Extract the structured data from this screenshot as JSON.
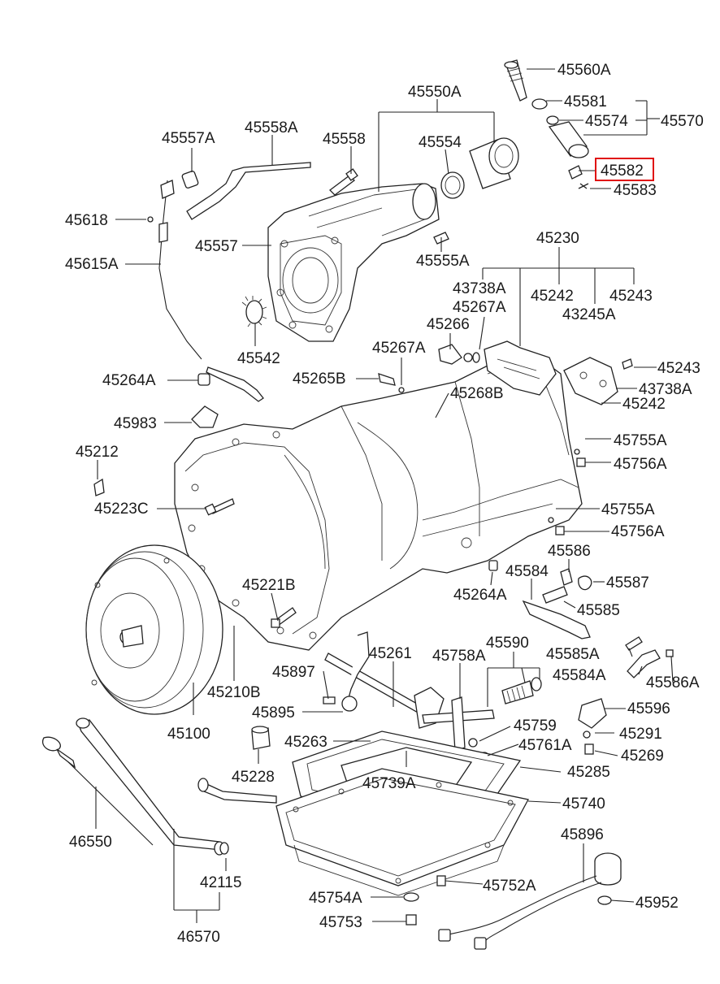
{
  "diagram": {
    "highlighted_part": "45582",
    "highlight_color": "#e01010",
    "labels": {
      "p45560A": "45560A",
      "p45581": "45581",
      "p45574": "45574",
      "p45570": "45570",
      "p45582": "45582",
      "p45583": "45583",
      "p45550A": "45550A",
      "p45554": "45554",
      "p45558": "45558",
      "p45557A": "45557A",
      "p45558A": "45558A",
      "p45618": "45618",
      "p45615A": "45615A",
      "p45557": "45557",
      "p45555A": "45555A",
      "p45230": "45230",
      "p43738A_top": "43738A",
      "p45242_top": "45242",
      "p45243_top": "45243",
      "p45267A_top": "45267A",
      "p43245A": "43245A",
      "p45266": "45266",
      "p45267A_mid": "45267A",
      "p45542": "45542",
      "p45243_right": "45243",
      "p43738A_right": "43738A",
      "p45242_right": "45242",
      "p45264A_left": "45264A",
      "p45265B": "45265B",
      "p45268B": "45268B",
      "p45983": "45983",
      "p45212": "45212",
      "p45755A_1": "45755A",
      "p45756A_1": "45756A",
      "p45223C": "45223C",
      "p45755A_2": "45755A",
      "p45756A_2": "45756A",
      "p45586": "45586",
      "p45584": "45584",
      "p45587": "45587",
      "p45264A_right": "45264A",
      "p45585": "45585",
      "p45221B": "45221B",
      "p45590": "45590",
      "p45261": "45261",
      "p45758A": "45758A",
      "p45585A": "45585A",
      "p45584A": "45584A",
      "p45586A": "45586A",
      "p45897": "45897",
      "p45210B": "45210B",
      "p45596": "45596",
      "p45895": "45895",
      "p45100": "45100",
      "p45759": "45759",
      "p45291": "45291",
      "p45263": "45263",
      "p45761A": "45761A",
      "p45269": "45269",
      "p45228": "45228",
      "p45285": "45285",
      "p45739A": "45739A",
      "p45740": "45740",
      "p46550": "46550",
      "p45896": "45896",
      "p42115": "42115",
      "p45752A": "45752A",
      "p45754A": "45754A",
      "p45952": "45952",
      "p45753": "45753",
      "p46570": "46570"
    }
  }
}
